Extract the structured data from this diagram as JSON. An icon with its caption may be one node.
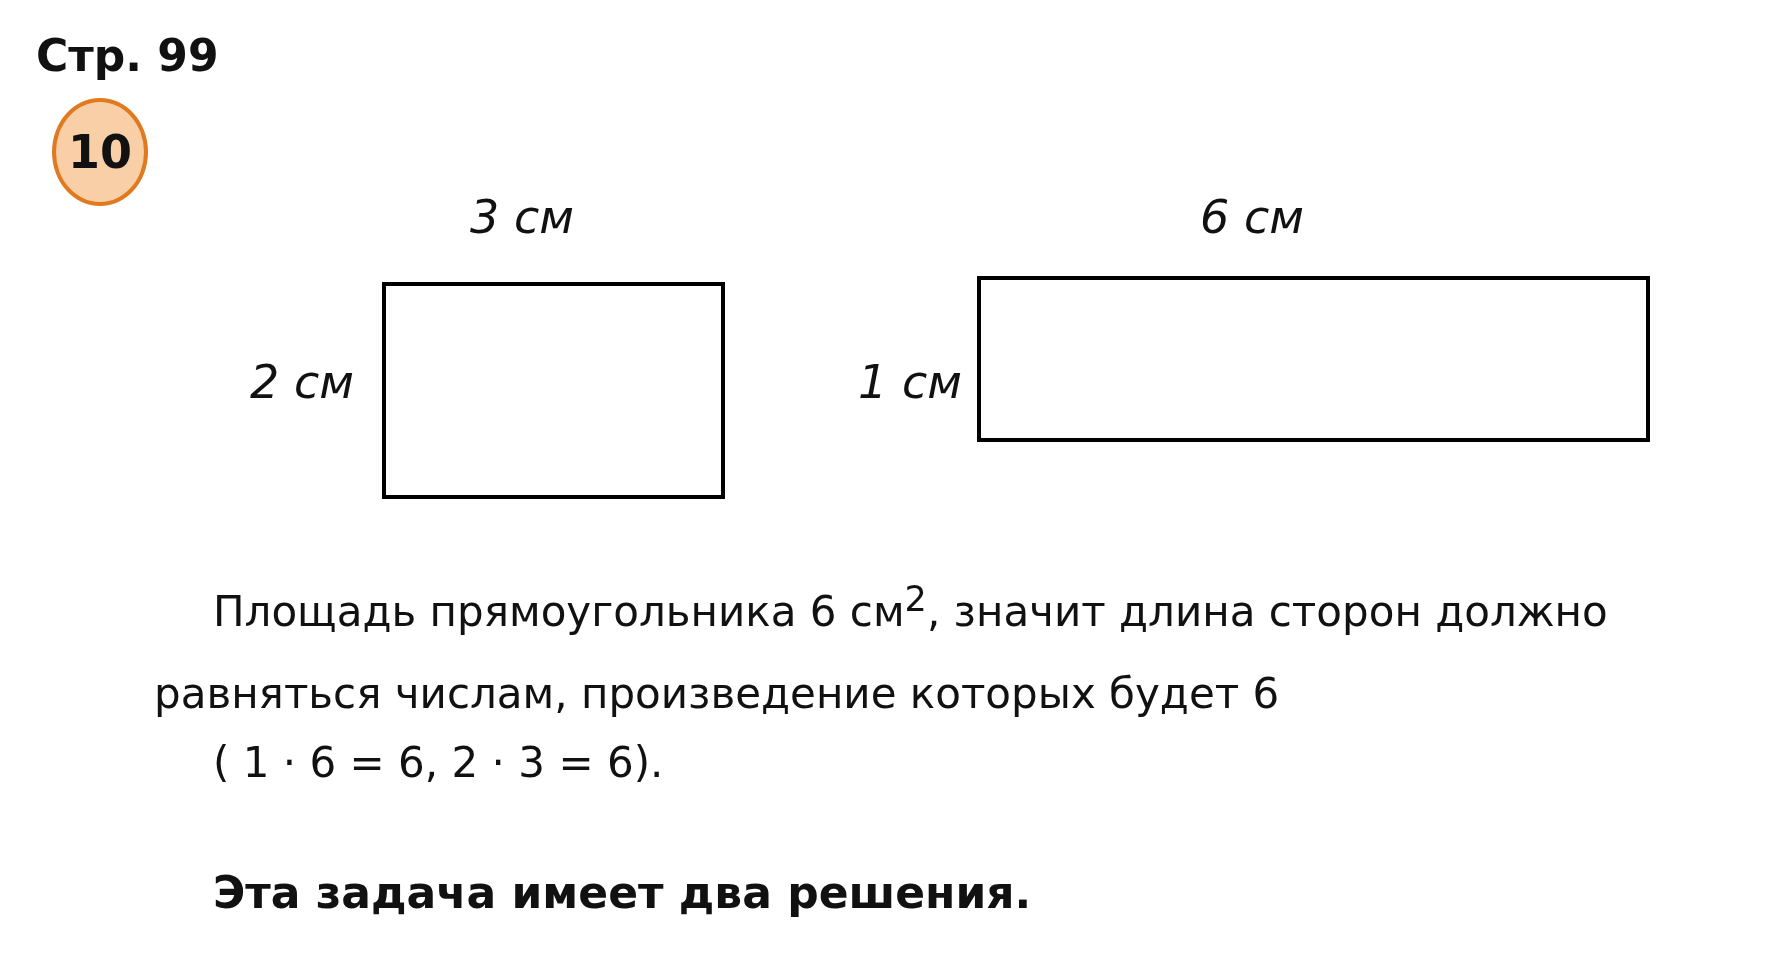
{
  "diagram": {
    "title": "Стр. 99",
    "nodes": [
      {
        "text": [
          "10"
        ]
      },
      {
        "text": [],
        "shape": "box",
        "beside": [
          "3 см",
          "2 см"
        ]
      },
      {
        "text": [],
        "shape": "box",
        "beside": [
          "6 см",
          "1 см"
        ]
      }
    ],
    "edges": [],
    "labels": [
      "Площадь прямоугольника 6 см$^{2}$, значит длина сторон должно равняться числам, произведение которых будет 6",
      "( 1 · 6 = 6,  2 · 3 = 6).",
      "Эта задача имеет два решения."
    ]
  }
}
